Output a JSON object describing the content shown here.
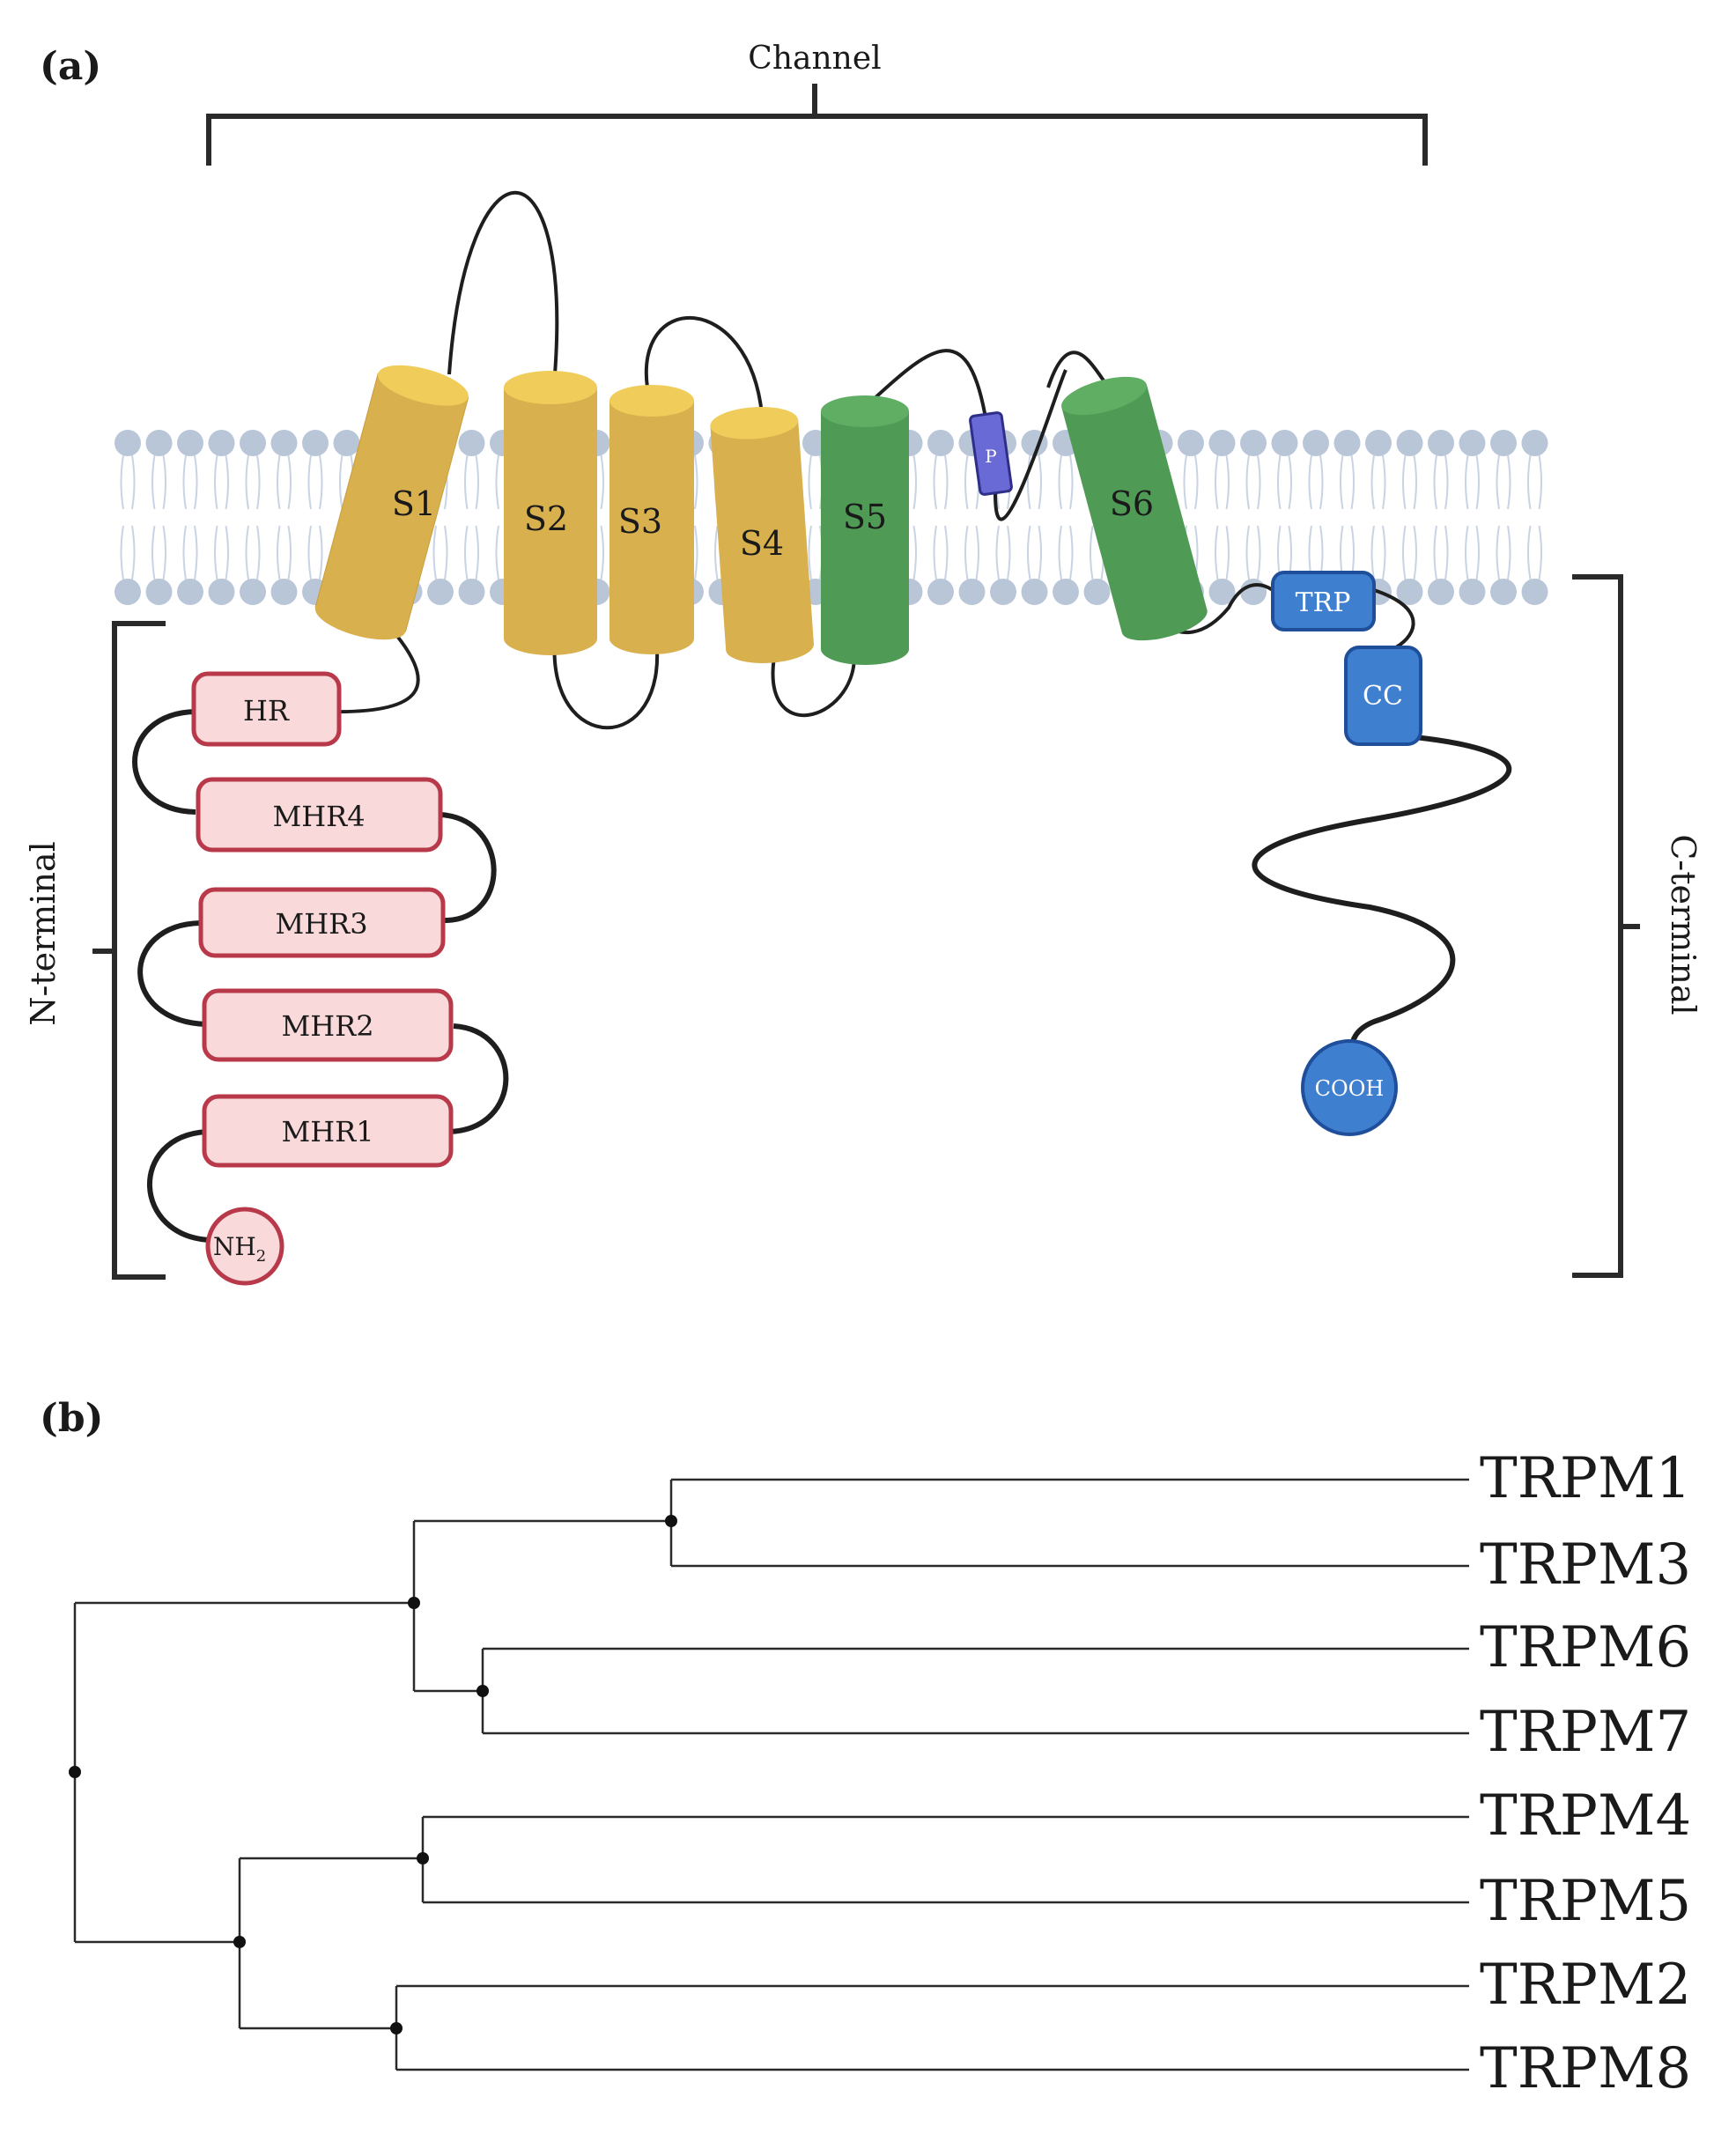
{
  "panel_a": {
    "label": "(a)",
    "channel_label": "Channel",
    "n_terminal_label": "N-terminal",
    "c_terminal_label": "C-terminal",
    "helices": [
      "S1",
      "S2",
      "S3",
      "S4",
      "S5",
      "S6"
    ],
    "pore_label": "P",
    "n_domains": [
      "HR",
      "MHR4",
      "MHR3",
      "MHR2",
      "MHR1"
    ],
    "nh2_label": "NH",
    "nh2_subscript": "2",
    "c_domains": [
      "TRP",
      "CC"
    ],
    "cooh_label": "COOH",
    "colors": {
      "helix_yellow": "#d9b04e",
      "helix_yellow_top": "#f0cd5a",
      "helix_green": "#4f9a55",
      "helix_green_top": "#5fae63",
      "n_domain_fill": "#f9d9da",
      "n_domain_stroke": "#b8394a",
      "c_domain_fill": "#3f7fd0",
      "c_domain_stroke": "#1f4f9a",
      "pore_fill": "#6a6ad6",
      "membrane_head": "#b9c6d8"
    }
  },
  "panel_b": {
    "label": "(b)",
    "leaves": [
      "TRPM1",
      "TRPM3",
      "TRPM6",
      "TRPM7",
      "TRPM4",
      "TRPM5",
      "TRPM2",
      "TRPM8"
    ]
  }
}
